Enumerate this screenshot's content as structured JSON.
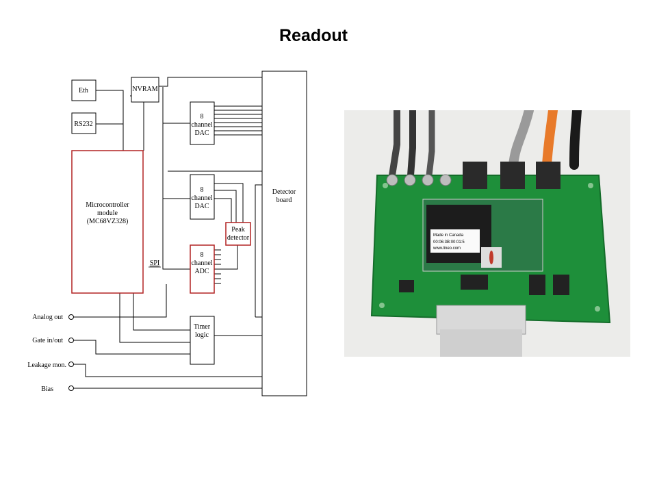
{
  "slide": {
    "title": "Readout"
  },
  "diagram": {
    "blocks": {
      "eth": "Eth",
      "rs232": "RS232",
      "nvram": "NVRAM",
      "micro": [
        "Microcontroller",
        "module",
        "(MC68VZ328)"
      ],
      "dac1": [
        "8",
        "channel",
        "DAC"
      ],
      "dac2": [
        "8",
        "channel",
        "DAC"
      ],
      "adc": [
        "8",
        "channel",
        "ADC"
      ],
      "peak": [
        "Peak",
        "detector"
      ],
      "timer": [
        "Timer",
        "logic"
      ],
      "detector": [
        "Detector",
        "board"
      ]
    },
    "spi_label": "SPI",
    "ports": [
      "Analog out",
      "Gate in/out",
      "Leakage mon.",
      "Bias"
    ],
    "colors": {
      "highlight": "#b22222",
      "line": "#000000"
    }
  },
  "photo": {
    "board_texts": [
      "Made in Canada",
      "00:06:3B:00:01:5",
      "www.lineo.com"
    ]
  }
}
